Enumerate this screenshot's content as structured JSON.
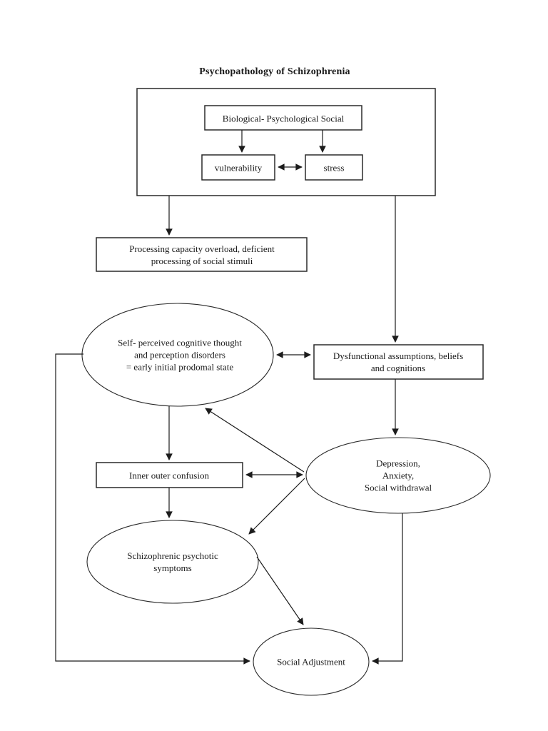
{
  "page": {
    "background": "#ffffff",
    "line_color": "#1c1c1c",
    "text_color": "#1a1a1a"
  },
  "diagram": {
    "title": "Psychopathology of Schizophrenia",
    "nodes": {
      "bio_psych_social": {
        "shape": "rect",
        "label": "Biological- Psychological Social"
      },
      "vulnerability": {
        "shape": "rect",
        "label": "vulnerability"
      },
      "stress": {
        "shape": "rect",
        "label": "stress"
      },
      "processing_overload": {
        "shape": "rect",
        "label": "Processing capacity overload, deficient\nprocessing of social stimuli"
      },
      "self_perceived": {
        "shape": "ellipse",
        "label": "Self- perceived cognitive thought\nand perception disorders\n= early initial prodomal state"
      },
      "dysfunctional": {
        "shape": "rect",
        "label": "Dysfunctional assumptions, beliefs\nand cognitions"
      },
      "depression": {
        "shape": "ellipse",
        "label": "Depression,\nAnxiety,\nSocial withdrawal"
      },
      "inner_outer_confusion": {
        "shape": "rect",
        "label": "Inner outer confusion"
      },
      "schizophrenic_symptoms": {
        "shape": "ellipse",
        "label": "Schizophrenic psychotic\nsymptoms"
      },
      "social_adjustment": {
        "shape": "ellipse",
        "label": "Social Adjustment"
      }
    },
    "edges": [
      {
        "from": "bio_psych_social",
        "to": "vulnerability",
        "type": "arrow"
      },
      {
        "from": "bio_psych_social",
        "to": "stress",
        "type": "arrow"
      },
      {
        "from": "vulnerability",
        "to": "stress",
        "type": "double-arrow"
      },
      {
        "from": "outer_frame",
        "to": "processing_overload",
        "type": "arrow"
      },
      {
        "from": "outer_frame",
        "to": "dysfunctional",
        "type": "arrow"
      },
      {
        "from": "self_perceived",
        "to": "dysfunctional",
        "type": "double-arrow"
      },
      {
        "from": "dysfunctional",
        "to": "depression",
        "type": "arrow"
      },
      {
        "from": "self_perceived",
        "to": "inner_outer_confusion",
        "type": "arrow"
      },
      {
        "from": "inner_outer_confusion",
        "to": "depression",
        "type": "double-arrow"
      },
      {
        "from": "depression",
        "to": "self_perceived",
        "type": "arrow"
      },
      {
        "from": "inner_outer_confusion",
        "to": "schizophrenic_symptoms",
        "type": "arrow"
      },
      {
        "from": "depression",
        "to": "schizophrenic_symptoms",
        "type": "arrow"
      },
      {
        "from": "schizophrenic_symptoms",
        "to": "social_adjustment",
        "type": "arrow"
      },
      {
        "from": "depression",
        "to": "social_adjustment",
        "type": "arrow"
      },
      {
        "from": "self_perceived",
        "to": "social_adjustment",
        "type": "arrow"
      }
    ]
  }
}
